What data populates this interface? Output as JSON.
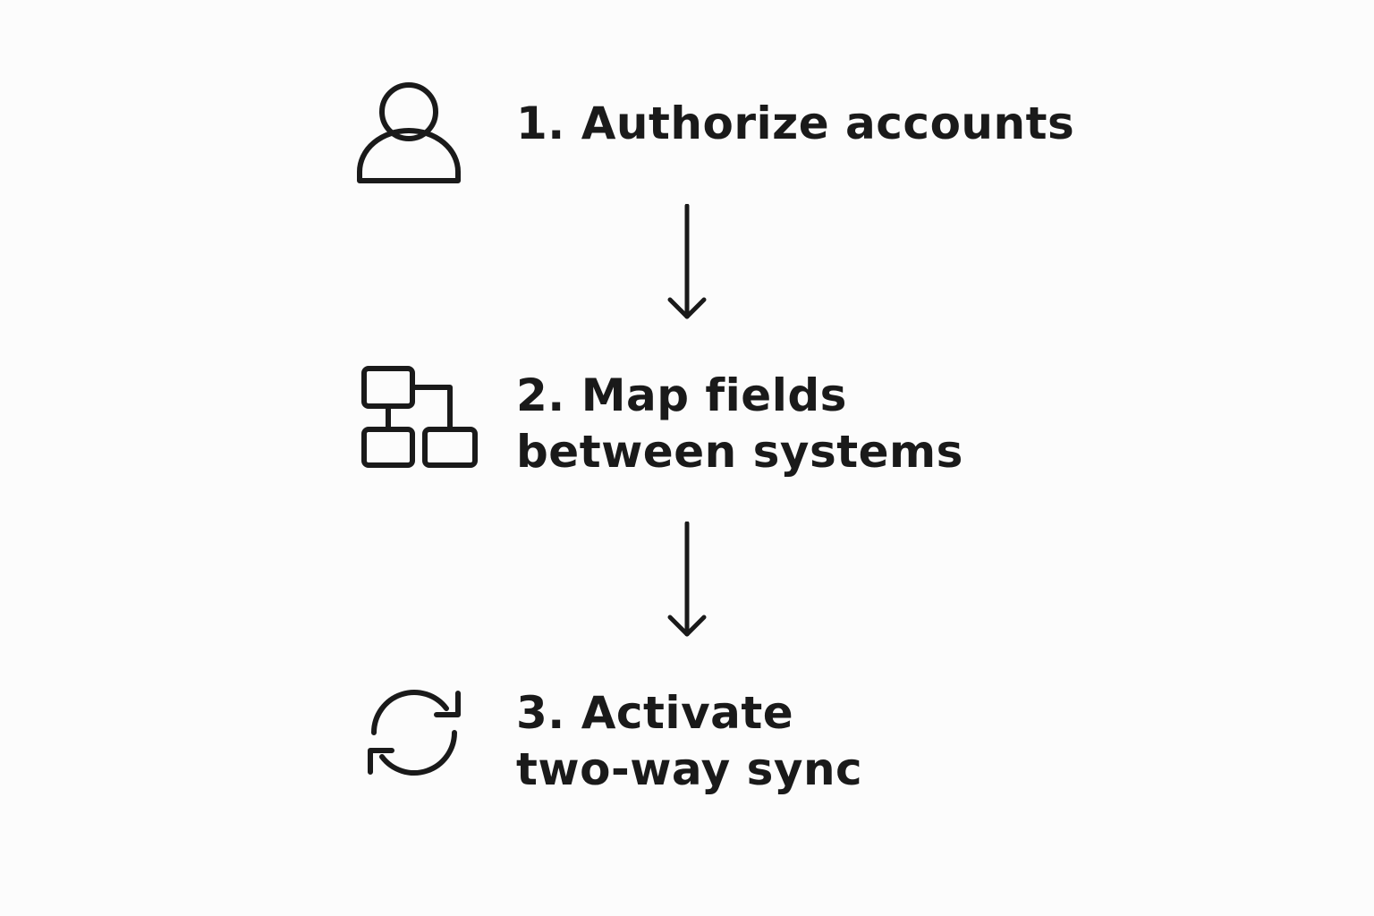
{
  "steps": [
    {
      "icon": "user-icon",
      "lines": [
        "1. Authorize accounts"
      ]
    },
    {
      "icon": "hierarchy-icon",
      "lines": [
        "2. Map fields",
        "between systems"
      ]
    },
    {
      "icon": "sync-icon",
      "lines": [
        "3. Activate",
        "two-way sync"
      ]
    }
  ],
  "colors": {
    "background": "#fcfcfc",
    "ink": "#1a1a1a"
  }
}
